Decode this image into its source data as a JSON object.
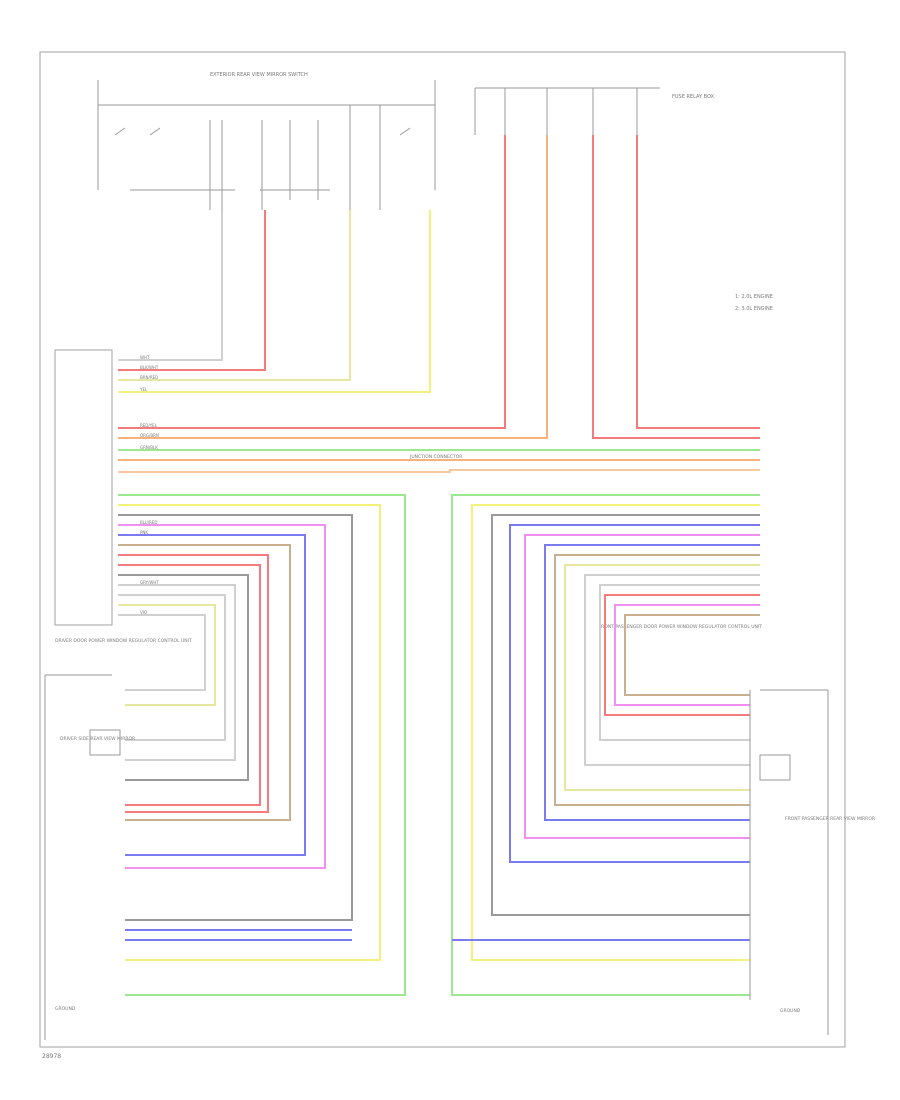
{
  "diagram": {
    "footer_code": "28978",
    "top_caption": "EXTERIOR REAR VIEW MIRROR SWITCH",
    "fuse_caption": "FUSE RELAY BOX",
    "legend": [
      "1: 2.0L ENGINE",
      "2: 3.0L ENGINE"
    ],
    "left_module": "DRIVER DOOR POWER WINDOW REGULATOR CONTROL UNIT",
    "right_module": "FRONT PASSENGER DOOR POWER WINDOW REGULATOR CONTROL UNIT",
    "left_mirror_motor": "DRIVER SIDE REAR VIEW MIRROR",
    "right_mirror_motor": "FRONT PASSENGER REAR VIEW MIRROR",
    "left_ground": "GROUND",
    "right_ground": "GROUND",
    "connector_mid": "JUNCTION CONNECTOR",
    "wire_labels": [
      "WHT",
      "BLK/WHT",
      "BRN/RED",
      "YEL",
      "RED/YEL",
      "ORG/BRN",
      "GRN/BLK",
      "BLU/RED",
      "PNK",
      "GRY/WHT",
      "VIO"
    ],
    "colors": {
      "frame": "#a0a0a0",
      "red": "#f37b7b",
      "orange": "#f6b27a",
      "yellow": "#f2f27a",
      "green": "#9be88f",
      "blue": "#7b7bf0",
      "magenta": "#f28ff2",
      "pink": "#f5b3c4",
      "brown": "#c9b08f",
      "gray": "#b0b0b0"
    }
  }
}
